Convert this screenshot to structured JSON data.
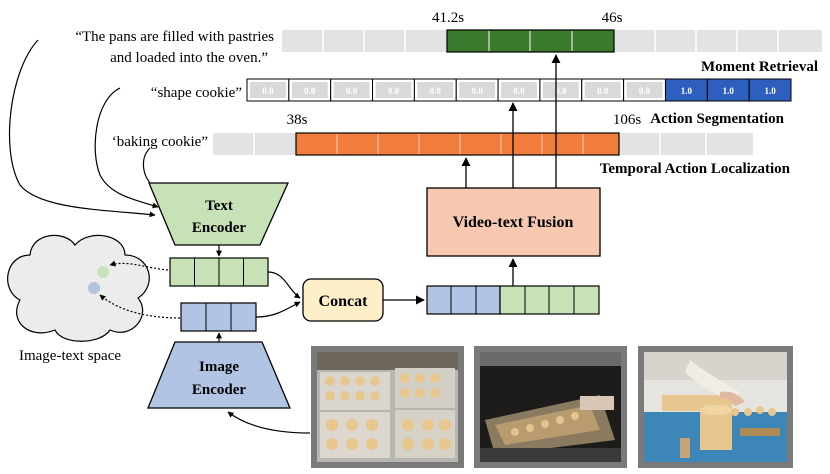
{
  "queries": {
    "moment_line1": "“The pans are filled with pastries",
    "moment_line2": "and loaded into the oven.”",
    "action_segmentation": "“shape cookie”",
    "temporal_localization": "‘baking cookie”"
  },
  "tasks": {
    "moment_retrieval": "Moment Retrieval",
    "action_segmentation": "Action Segmentation",
    "temporal_action_localization": "Temporal Action Localization"
  },
  "time_labels": {
    "moment_start": "41.2s",
    "moment_end": "46s",
    "tal_start": "38s",
    "tal_end": "106s"
  },
  "segmentation_scores": [
    "0.0",
    "0.0",
    "0.0",
    "0.0",
    "0.0",
    "0.0",
    "0.0",
    "0.0",
    "0.0",
    "0.0",
    "1.0",
    "1.0",
    "1.0"
  ],
  "modules": {
    "text_encoder_line1": "Text",
    "text_encoder_line2": "Encoder",
    "image_encoder_line1": "Image",
    "image_encoder_line2": "Encoder",
    "concat": "Concat",
    "fusion": "Video-text Fusion"
  },
  "space_label": "Image-text space",
  "colors": {
    "green_fill": "#c6e2b6",
    "green_dark": "#3a7a2c",
    "blue_fill": "#b1c4e4",
    "blue_dark": "#2e5fbf",
    "orange": "#f07d3c",
    "peach": "#f8c8b0",
    "concat_fill": "#fdf0c8",
    "gray_track": "#e3e3e3",
    "seg_zero": "#d9d9d9"
  }
}
